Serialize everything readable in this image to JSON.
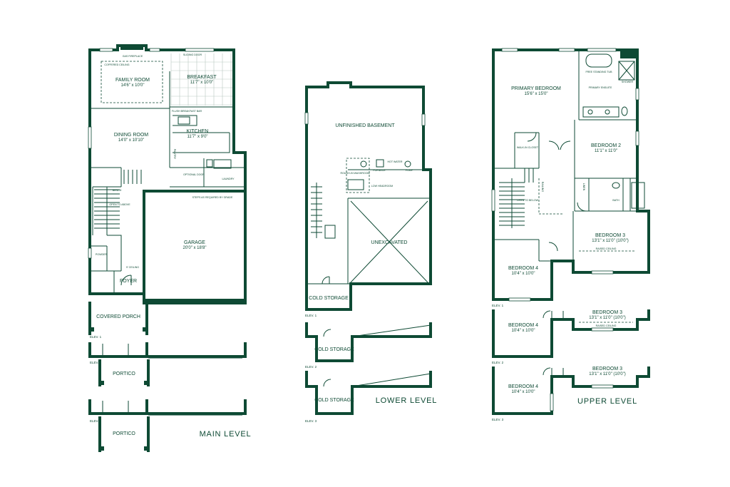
{
  "levels": {
    "main": "MAIN LEVEL",
    "lower": "LOWER LEVEL",
    "upper": "UPPER LEVEL"
  },
  "main": {
    "gas_fireplace": "GAS FIREPLACE",
    "sliding_door": "SLIDING DOOR",
    "coffered_ceiling": "COFFERED CEILING",
    "family_room": {
      "name": "FAMILY ROOM",
      "size": "14'6\" x 10'0\""
    },
    "breakfast": {
      "name": "BREAKFAST",
      "size": "11'7\" x 10'0\""
    },
    "flush_bar": "FLUSH BREAKFAST BAR",
    "dining_room": {
      "name": "DINING ROOM",
      "size": "14'0\" x 10'10\""
    },
    "kitchen": {
      "name": "KITCHEN",
      "size": "11'7\" x 9'0\""
    },
    "pantry": "PANTRY",
    "laundry": "LAUNDRY",
    "optional_door": "OPTIONAL DOOR",
    "steps": "STEPS AS REQUIRED BY GRADE",
    "bench": "BENCH",
    "upper_to_above": "OPEN TO ABOVE",
    "garage": {
      "name": "GARAGE",
      "size": "20'0\" x 18'8\""
    },
    "powder": "POWDER",
    "foyer": "FOYER",
    "ceiling": "9' CEILING",
    "covered_porch": "COVERED PORCH",
    "portico_2": "PORTICO",
    "portico_3": "PORTICO",
    "elev1": "ELEV. 1",
    "elev2": "ELEV. 2",
    "elev3": "ELEV. 3"
  },
  "lower": {
    "unfinished_basement": "UNFINISHED BASEMENT",
    "unexcavated": "UNEXCAVATED",
    "cold_storage_1": "COLD STORAGE",
    "cold_storage_2": "COLD STORAGE",
    "cold_storage_3": "COLD STORAGE",
    "furnace": "FURNACE",
    "hot_water": "HOT WATER",
    "pump": "PUMP",
    "rough_in_washroom": "ROUGH-IN WASHROOM",
    "low_headroom": "LOW HEADROOM",
    "elev1": "ELEV. 1",
    "elev2": "ELEV. 2",
    "elev3": "ELEV. 3"
  },
  "upper": {
    "primary_bedroom": {
      "name": "PRIMARY BEDROOM",
      "size": "15'6\" x 15'0\""
    },
    "free_standing_tub": "FREE STANDING TUB",
    "primary_ensuite": "PRIMARY ENSUITE",
    "shower": "SHOWER",
    "walk_in_closet": "WALK-IN CLOSET",
    "bedroom2": {
      "name": "BEDROOM 2",
      "size": "11'1\" x 11'0\""
    },
    "linen": "LINEN",
    "bath": "BATH",
    "open_to_below": "OPEN TO BELOW",
    "railing": "RAILING",
    "bedroom3": {
      "name": "BEDROOM 3",
      "size": "13'1\" x 11'0\" (10'0\")"
    },
    "raised_ceiling": "RAISED CEILING",
    "bedroom4": {
      "name": "BEDROOM 4",
      "size": "10'4\" x 10'0\""
    },
    "bedroom4_e2": {
      "name": "BEDROOM 4",
      "size": "10'4\" x 10'0\""
    },
    "bedroom3_e2": {
      "name": "BEDROOM 3",
      "size": "13'1\" x 11'0\" (10'0\")"
    },
    "raised_ceiling_e2": "RAISED CEILING",
    "bedroom4_e3": {
      "name": "BEDROOM 4",
      "size": "10'4\" x 10'0\""
    },
    "bedroom3_e3": {
      "name": "BEDROOM 3",
      "size": "13'1\" x 11'0\" (10'0\")"
    },
    "elev1": "ELEV. 1",
    "elev2": "ELEV. 2",
    "elev3": "ELEV. 3"
  },
  "colors": {
    "wall": "#0e4a34",
    "background": "#ffffff"
  }
}
